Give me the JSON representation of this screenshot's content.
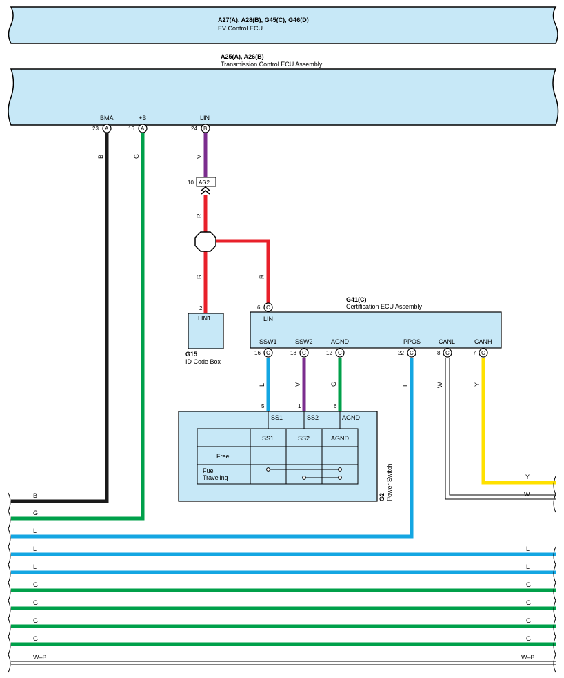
{
  "colors": {
    "ecu_fill": "#c7e8f7",
    "black": "#1a1a1a",
    "green": "#00a04a",
    "violet": "#7b2d8e",
    "red": "#e8202a",
    "blue": "#14a6e2",
    "yellow": "#ffe100",
    "white_wire": "#888888"
  },
  "ev_ecu": {
    "code": "A27(A), A28(B), G45(C), G46(D)",
    "name": "EV Control ECU"
  },
  "tcu": {
    "code": "A25(A), A26(B)",
    "name": "Transmission Control ECU Assembly",
    "pins": [
      {
        "name": "BMA",
        "num": "23",
        "conn": "A"
      },
      {
        "name": "+B",
        "num": "16",
        "conn": "A"
      },
      {
        "name": "LIN",
        "num": "24",
        "conn": "B"
      }
    ]
  },
  "wires_top": {
    "bma": "B",
    "plusb": "G",
    "lin_v": "V",
    "lin_r1": "R",
    "lin_r2": "R",
    "lin_r3": "R"
  },
  "ag2": {
    "num": "10",
    "label": "AG2"
  },
  "g15": {
    "code": "G15",
    "name": "ID Code Box",
    "pin_label": "LIN1",
    "pin_num": "2"
  },
  "g41": {
    "code": "G41(C)",
    "name": "Certification ECU Assembly",
    "lin": {
      "name": "LIN",
      "num": "6",
      "conn": "C"
    },
    "pins": [
      {
        "name": "SSW1",
        "num": "16",
        "conn": "C",
        "wire": "L"
      },
      {
        "name": "SSW2",
        "num": "18",
        "conn": "C",
        "wire": "V"
      },
      {
        "name": "AGND",
        "num": "12",
        "conn": "C",
        "wire": "G"
      },
      {
        "name": "PPOS",
        "num": "22",
        "conn": "C",
        "wire": "L"
      },
      {
        "name": "CANL",
        "num": "8",
        "conn": "C",
        "wire": "W"
      },
      {
        "name": "CANH",
        "num": "7",
        "conn": "C",
        "wire": "Y"
      }
    ]
  },
  "g2": {
    "code": "G2",
    "name": "Power Switch",
    "pins": [
      {
        "name": "SS1",
        "num": "5"
      },
      {
        "name": "SS2",
        "num": "1"
      },
      {
        "name": "AGND",
        "num": "6"
      }
    ],
    "table": {
      "headers": [
        "SS1",
        "SS2",
        "AGND"
      ],
      "rows": [
        "Free",
        "Fuel\nTraveling"
      ]
    }
  },
  "right_wires": {
    "canh": "Y",
    "canl": "W"
  },
  "bus_lines": [
    {
      "left": "B",
      "right": ""
    },
    {
      "left": "G",
      "right": ""
    },
    {
      "left": "L",
      "right": ""
    },
    {
      "left": "L",
      "right": "L"
    },
    {
      "left": "L",
      "right": "L"
    },
    {
      "left": "G",
      "right": "G"
    },
    {
      "left": "G",
      "right": "G"
    },
    {
      "left": "G",
      "right": "G"
    },
    {
      "left": "G",
      "right": "G"
    },
    {
      "left": "W–B",
      "right": "W–B"
    }
  ]
}
